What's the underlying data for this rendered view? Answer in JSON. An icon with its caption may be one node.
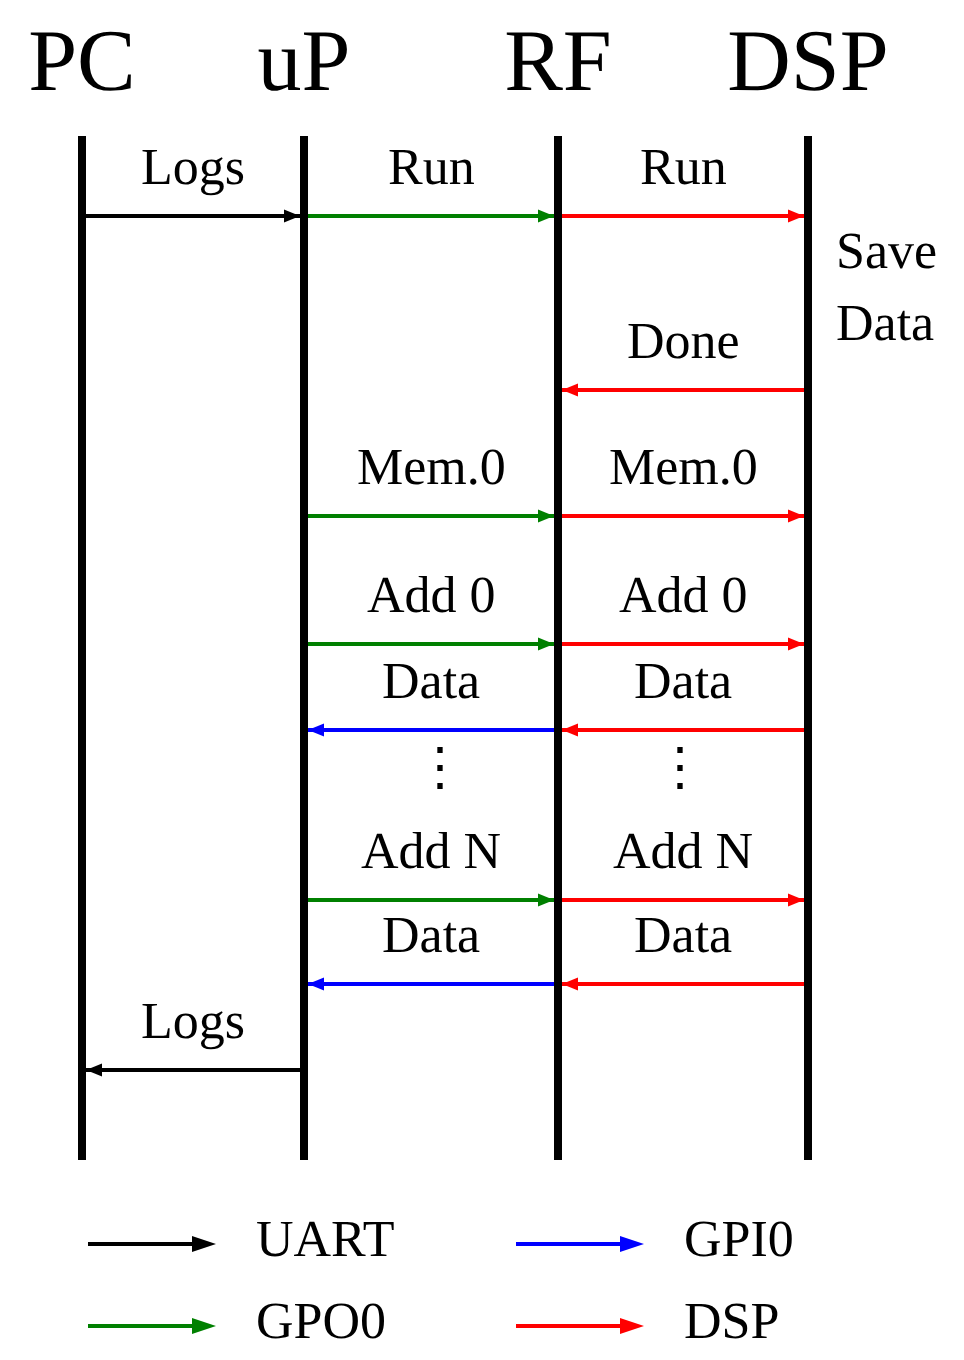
{
  "diagram": {
    "nodes": [
      {
        "text": [
          "PC"
        ]
      },
      {
        "text": [
          "uP"
        ]
      },
      {
        "text": [
          "RF"
        ]
      },
      {
        "text": [
          "DSP"
        ],
        "beside": [
          "Save Data"
        ]
      }
    ],
    "edges": [
      {
        "from": 0,
        "to": 1,
        "arrow": "to",
        "label": "Logs",
        "color": "#000000"
      },
      {
        "from": 1,
        "to": 2,
        "arrow": "to",
        "label": "Run",
        "color": "#008000"
      },
      {
        "from": 2,
        "to": 3,
        "arrow": "to",
        "label": "Run"
      },
      {
        "from": 3,
        "to": 2,
        "arrow": "to",
        "label": "Done"
      },
      {
        "from": 1,
        "to": 2,
        "arrow": "to",
        "label": "Mem.0",
        "color": "#008000"
      },
      {
        "from": 2,
        "to": 3,
        "arrow": "to",
        "label": "Mem.0"
      },
      {
        "from": 1,
        "to": 2,
        "arrow": "to",
        "label": "Add 0",
        "color": "#008000"
      },
      {
        "from": 2,
        "to": 3,
        "arrow": "to",
        "label": "Add 0"
      },
      {
        "from": 2,
        "to": 1,
        "arrow": "to",
        "label": "Data",
        "color": "#0000ff"
      },
      {
        "from": 3,
        "to": 2,
        "arrow": "to",
        "label": "Data"
      },
      {
        "from": 1,
        "to": 2,
        "arrow": "to",
        "label": "Add N",
        "color": "#008000"
      },
      {
        "from": 2,
        "to": 3,
        "arrow": "to",
        "label": "Add N"
      },
      {
        "from": 2,
        "to": 1,
        "arrow": "to",
        "label": "Data",
        "color": "#0000ff"
      },
      {
        "from": 3,
        "to": 2,
        "arrow": "to",
        "label": "Data"
      },
      {
        "from": 1,
        "to": 0,
        "arrow": "to",
        "label": "Logs",
        "color": "#000000"
      }
    ],
    "labels": [
      "⋮",
      "⋮"
    ],
    "legend": [
      {
        "text": "UART",
        "color": "#000000"
      },
      {
        "text": "GPI0",
        "color": "#0000ff"
      },
      {
        "text": "GPO0",
        "color": "#008000"
      },
      {
        "text": "DSP",
        "color": "#ff0000"
      }
    ]
  }
}
